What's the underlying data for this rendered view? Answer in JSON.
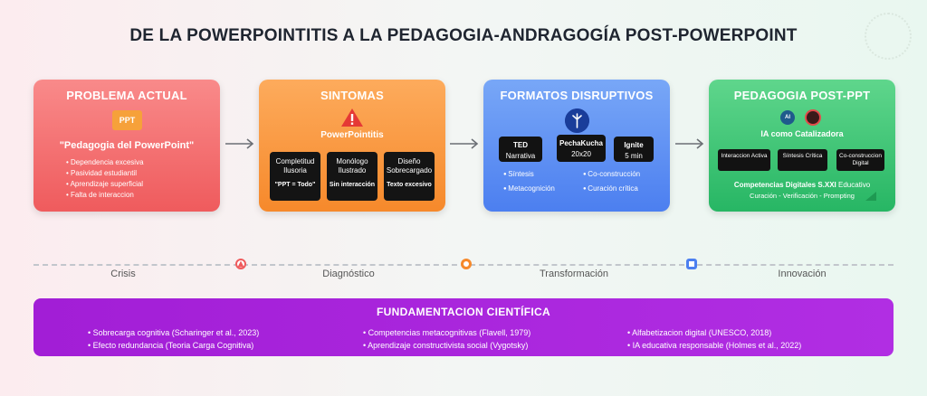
{
  "title": "DE LA POWERPOINTITIS A LA PEDAGOGIA-ANDRAGOGÍA  POST-POWERPOINT",
  "cards": {
    "problem": {
      "title": "PROBLEMA ACTUAL",
      "badge": "PPT",
      "quote": "\"Pedagogia del PowerPoint\"",
      "items": [
        "Dependencia excesiva",
        "Pasividad estudiantil",
        "Aprendizaje superficial",
        "Falta de interaccion"
      ],
      "color": "#ef5b5d"
    },
    "symptoms": {
      "title": "SINTOMAS",
      "subtitle": "PowerPointitis",
      "boxes": [
        {
          "label": "Completitud Ilusoria",
          "detail": "\"PPT = Todo\""
        },
        {
          "label": "Monólogo Ilustrado",
          "detail": "Sin interacción"
        },
        {
          "label": "Diseño Sobrecargado",
          "detail": "Texto excesivo"
        }
      ],
      "color": "#f6892b"
    },
    "formats": {
      "title": "FORMATOS DISRUPTIVOS",
      "boxes": [
        {
          "name": "TED",
          "detail": "Narrativa"
        },
        {
          "name": "PechaKucha",
          "detail": "20x20"
        },
        {
          "name": "Ignite",
          "detail": "5 min"
        }
      ],
      "features": [
        "Síntesis",
        "Co-construcción",
        "Metacognición",
        "Curación crítica"
      ],
      "color": "#4c7ff0"
    },
    "pedagogy": {
      "title": "PEDAGOGIA POST-PPT",
      "ai_badge": "AI",
      "catalyst": "IA como Catalizadora",
      "boxes": [
        "Interaccion Activa",
        "Síntesis Crítica",
        "Co-construccion Digital"
      ],
      "competencies_bold": "Competencias Digitales S.XXI",
      "competencies_rest": " Educativo",
      "skills": "Curación - Verificación - Prompting",
      "color": "#27b664"
    }
  },
  "timeline": {
    "stages": [
      "Crisis",
      "Diagnóstico",
      "Transformación",
      "Innovación"
    ],
    "dot_colors": [
      "#ef5b5d",
      "#f6892b",
      "#4c7ff0"
    ]
  },
  "foundation": {
    "title": "FUNDAMENTACION CIENTÍFICA",
    "col1": [
      "Sobrecarga cognitiva (Scharinger et al., 2023)",
      "Efecto redundancia (Teoria Carga Cognitiva)"
    ],
    "col2": [
      "Competencias metacognitivas (Flavell, 1979)",
      "Aprendizaje constructivista social (Vygotsky)"
    ],
    "col3": [
      "Alfabetizacion digital (UNESCO, 2018)",
      "IA educativa responsable (Holmes et al., 2022)"
    ]
  }
}
